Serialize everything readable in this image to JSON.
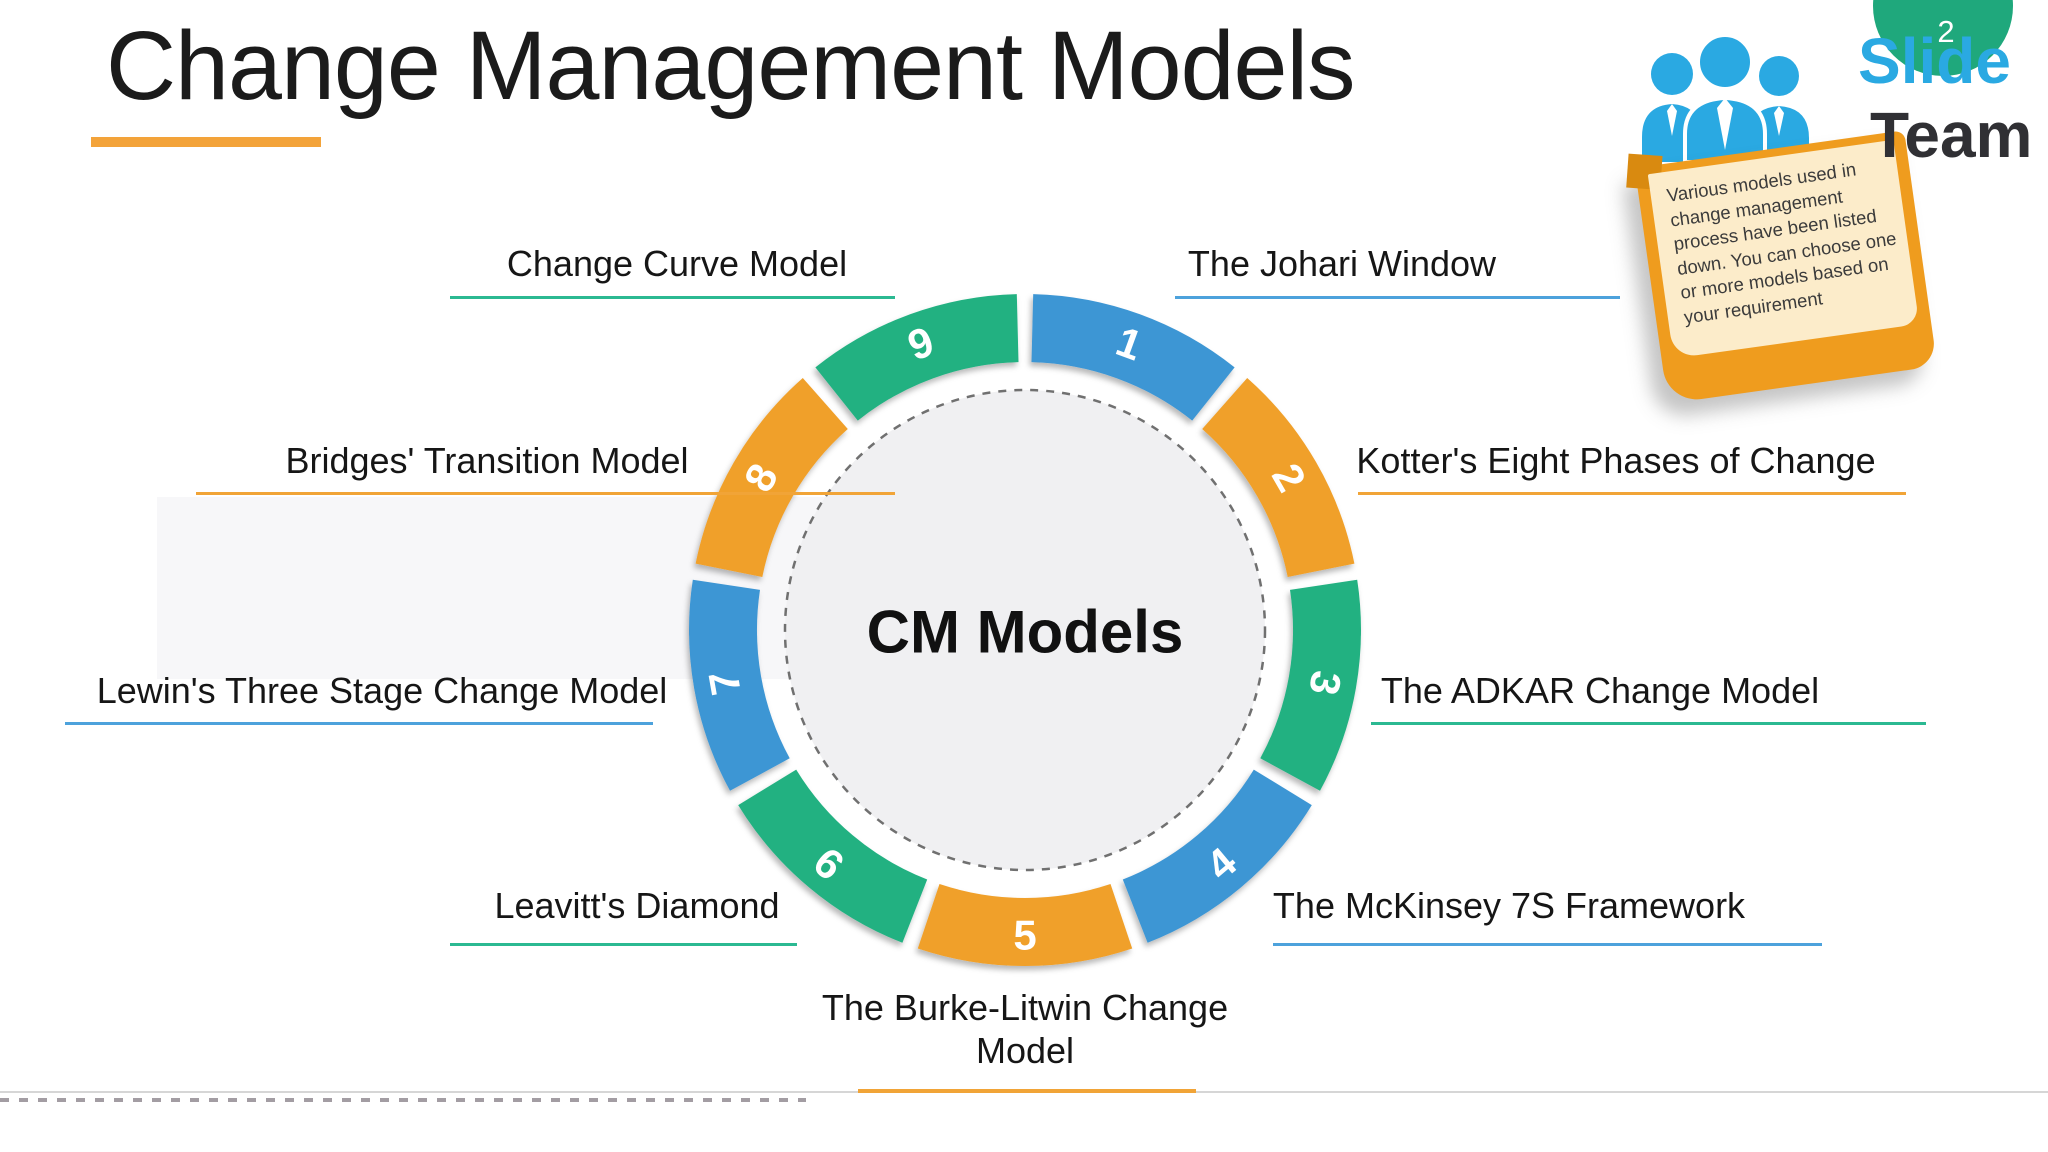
{
  "slide": {
    "title": "Change Management Models",
    "page_number": "2",
    "center_label": "CM Models",
    "logo": {
      "word1": "Slide",
      "word2": "Team"
    },
    "sticky_note": {
      "text": "Various models used in change management process have been listed down. You can choose one or more models based on your requirement"
    },
    "ring": {
      "segments": [
        {
          "number": "1",
          "label": "The Johari Window",
          "color": "#3e96d4",
          "underline_color": "#4da2dc"
        },
        {
          "number": "2",
          "label": "Kotter's Eight Phases of Change",
          "color": "#f0a02a",
          "underline_color": "#f1a437"
        },
        {
          "number": "3",
          "label": "The ADKAR Change Model",
          "color": "#21b181",
          "underline_color": "#2bb992"
        },
        {
          "number": "4",
          "label": "The McKinsey 7S Framework",
          "color": "#3e96d4",
          "underline_color": "#4da2dc"
        },
        {
          "number": "5",
          "label": "The Burke-Litwin Change Model",
          "color": "#f0a02a",
          "underline_color": "#f1a437"
        },
        {
          "number": "6",
          "label": "Leavitt's Diamond",
          "color": "#21b181",
          "underline_color": "#2bb992"
        },
        {
          "number": "7",
          "label": "Lewin's Three Stage Change Model",
          "color": "#3e96d4",
          "underline_color": "#4da2dc"
        },
        {
          "number": "8",
          "label": "Bridges' Transition Model",
          "color": "#f0a02a",
          "underline_color": "#f1a437"
        },
        {
          "number": "9",
          "label": "Change Curve Model",
          "color": "#21b181",
          "underline_color": "#2bb992"
        }
      ]
    },
    "colors": {
      "blue": "#3e96d4",
      "orange": "#f0a02a",
      "green": "#21b181",
      "title_underline": "#f3a33a",
      "center_fill": "#f0f0f2",
      "badge_green": "#1fa87c",
      "logo_blue": "#2aa9e2"
    }
  }
}
